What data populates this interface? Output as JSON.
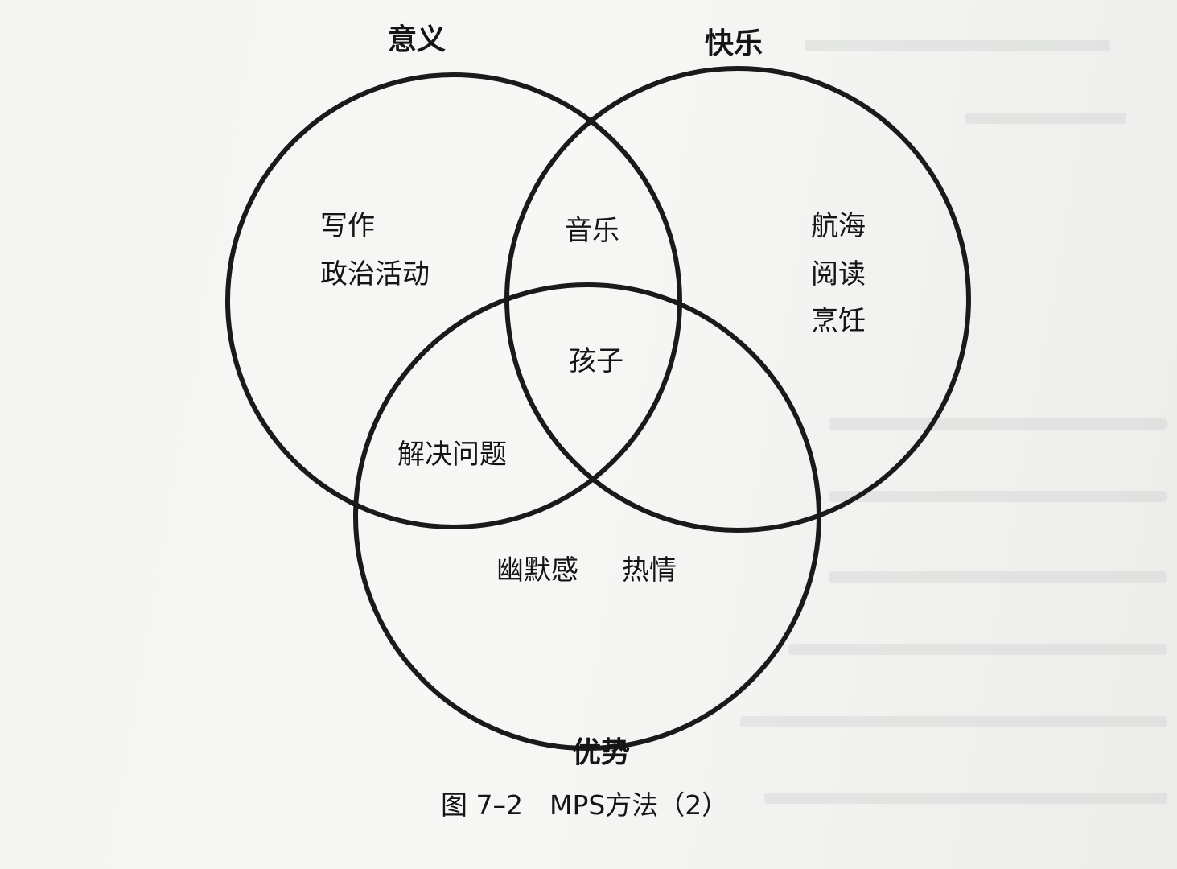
{
  "diagram": {
    "sets": [
      {
        "name": "意义",
        "items": [
          "写作",
          "政治活动"
        ]
      },
      {
        "name": "快乐",
        "items": [
          "航海",
          "阅读",
          "烹饪"
        ]
      },
      {
        "name": "优势",
        "items": [
          "幽默感",
          "热情"
        ]
      }
    ],
    "intersections": {
      "meaning_pleasure": [
        "音乐"
      ],
      "meaning_strength": [
        "解决问题"
      ],
      "all_three": [
        "孩子"
      ]
    },
    "caption": "图 7–2　MPS方法（2）"
  }
}
